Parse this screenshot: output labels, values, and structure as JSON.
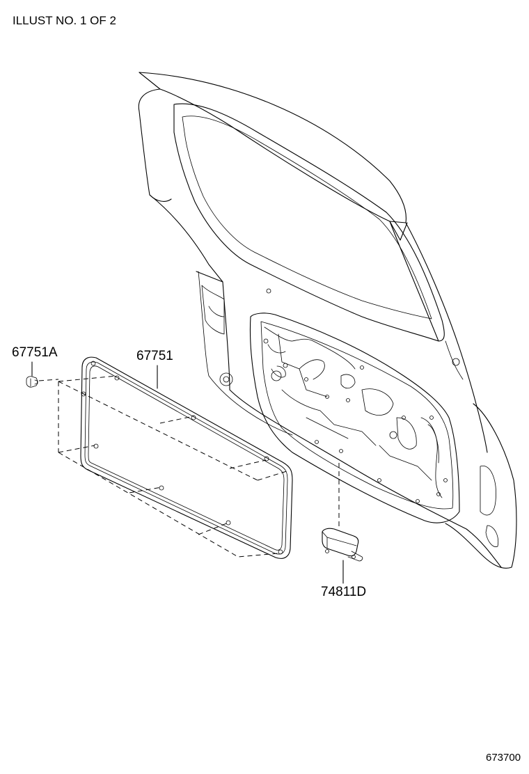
{
  "header": {
    "illust_label": "ILLUST NO. 1 OF 2"
  },
  "parts": {
    "clip": {
      "number": "67751A"
    },
    "service_hole_cover": {
      "number": "67751"
    },
    "pull_handle": {
      "number": "74811D"
    }
  },
  "footer": {
    "diagram_code": "673700"
  }
}
